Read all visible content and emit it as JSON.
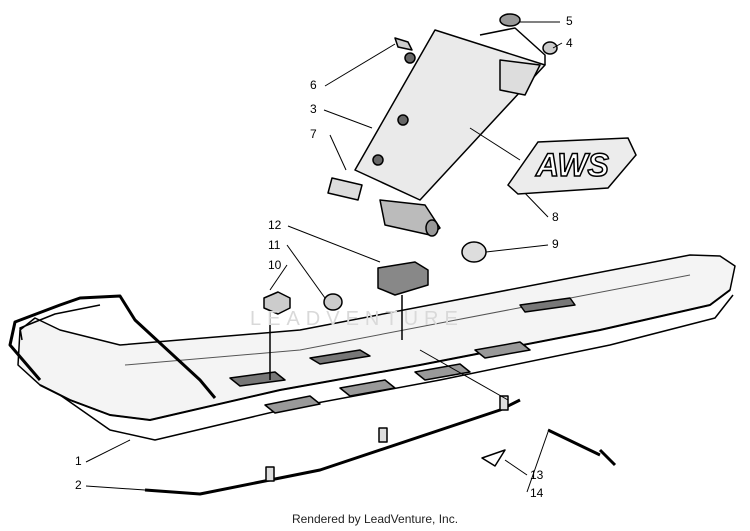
{
  "callouts": [
    "1",
    "2",
    "3",
    "4",
    "5",
    "6",
    "7",
    "8",
    "9",
    "10",
    "11",
    "12",
    "13",
    "14"
  ],
  "logo_text": "AWS",
  "watermark": "LEADVENTURE",
  "footer": "Rendered by LeadVenture, Inc."
}
